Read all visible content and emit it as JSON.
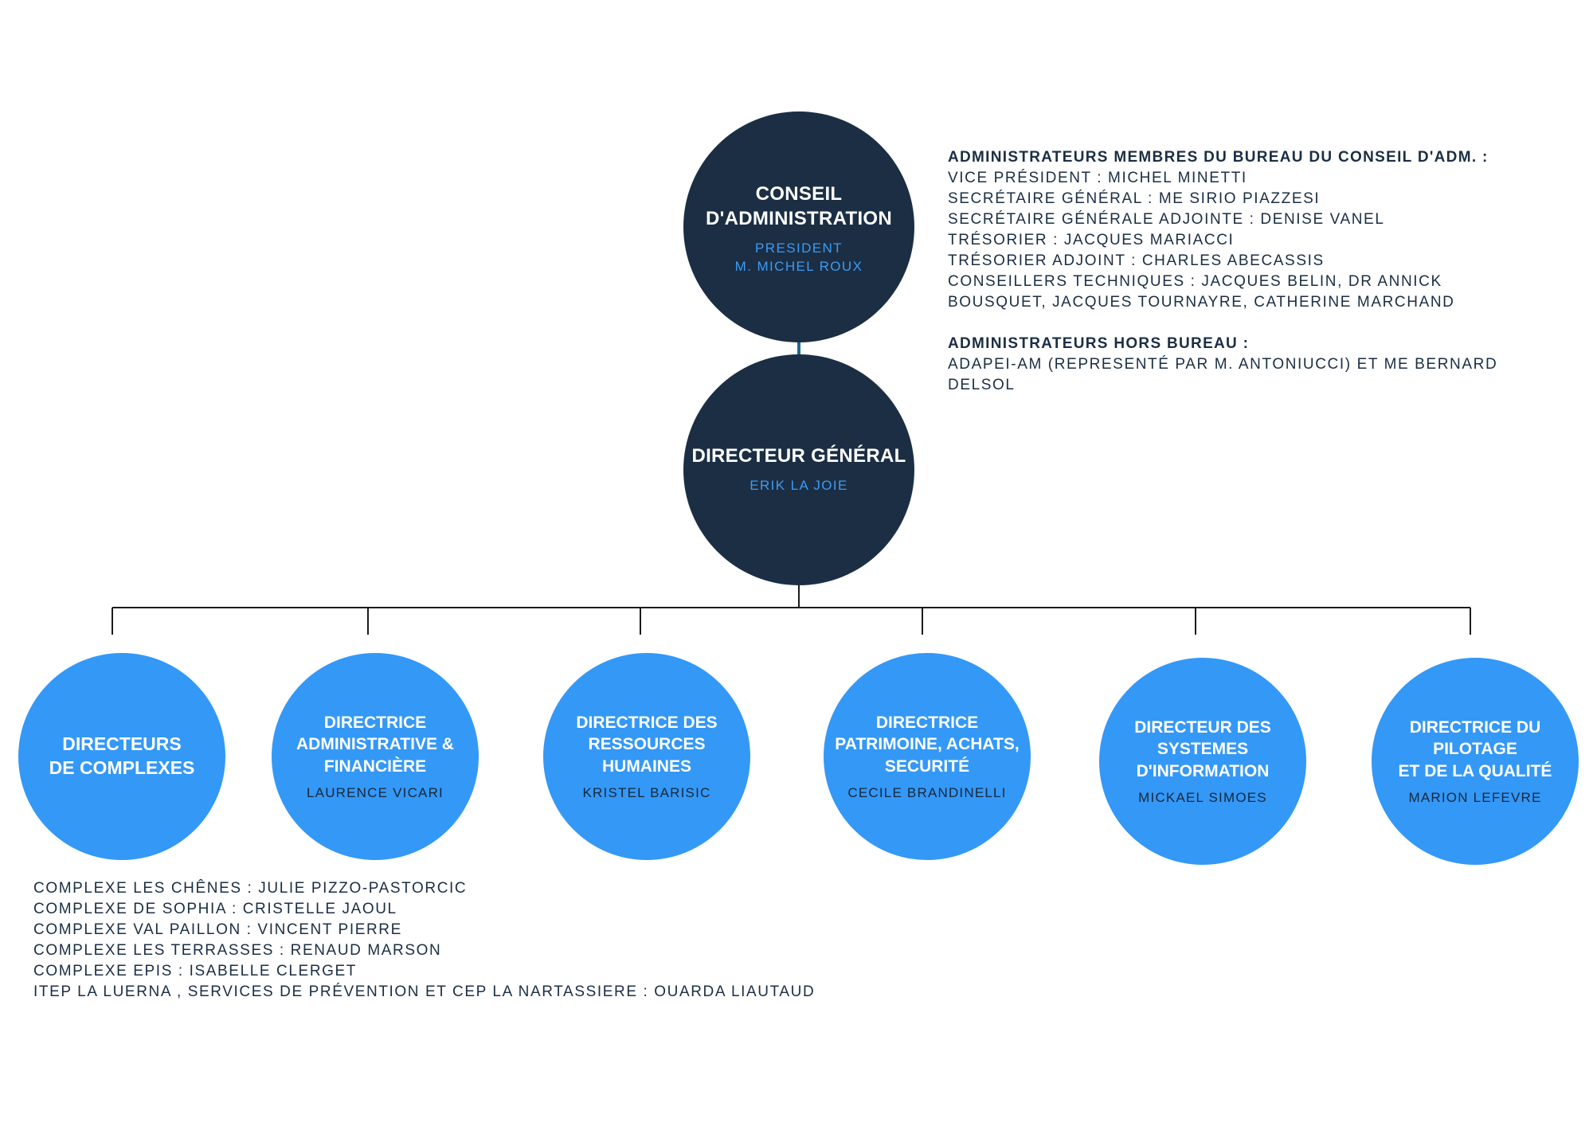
{
  "colors": {
    "dark": "#1b2e44",
    "blue": "#3498f7",
    "accent_text": "#3e9bf2",
    "line": "#1b1b1b"
  },
  "conseil": {
    "title": "CONSEIL\nD'ADMINISTRATION",
    "subtitle": "PRESIDENT\nM. MICHEL ROUX"
  },
  "directeur_general": {
    "title": "DIRECTEUR GÉNÉRAL",
    "subtitle": "ERIK LA JOIE"
  },
  "bureau": {
    "heading": "ADMINISTRATEURS MEMBRES DU BUREAU DU CONSEIL D'ADM. :",
    "lines": [
      "VICE PRÉSIDENT : MICHEL MINETTI",
      "SECRÉTAIRE GÉNÉRAL : ME SIRIO PIAZZESI",
      "SECRÉTAIRE GÉNÉRALE ADJOINTE : DENISE VANEL",
      "TRÉSORIER : JACQUES MARIACCI",
      "TRÉSORIER ADJOINT : CHARLES ABECASSIS",
      "CONSEILLERS TECHNIQUES : JACQUES BELIN, DR ANNICK",
      "BOUSQUET, JACQUES TOURNAYRE, CATHERINE MARCHAND"
    ]
  },
  "hors_bureau": {
    "heading": "ADMINISTRATEURS HORS BUREAU :",
    "lines": [
      "ADAPEI-AM (REPRESENTÉ PAR M. ANTONIUCCI) ET ME BERNARD",
      "DELSOL"
    ]
  },
  "directions": [
    {
      "title": "DIRECTEURS\nDE COMPLEXES",
      "name": ""
    },
    {
      "title": "DIRECTRICE\nADMINISTRATIVE &\nFINANCIÈRE",
      "name": "LAURENCE VICARI"
    },
    {
      "title": "DIRECTRICE DES\nRESSOURCES\nHUMAINES",
      "name": "KRISTEL BARISIC"
    },
    {
      "title": "DIRECTRICE\nPATRIMOINE, ACHATS,\nSECURITÉ",
      "name": "CECILE BRANDINELLI"
    },
    {
      "title": "DIRECTEUR DES\nSYSTEMES\nD'INFORMATION",
      "name": "MICKAEL SIMOES"
    },
    {
      "title": "DIRECTRICE DU\nPILOTAGE\nET DE LA QUALITÉ",
      "name": "MARION LEFEVRE"
    }
  ],
  "complexes": [
    "COMPLEXE LES CHÊNES : JULIE PIZZO-PASTORCIC",
    "COMPLEXE DE SOPHIA : CRISTELLE JAOUL",
    "COMPLEXE VAL PAILLON : VINCENT PIERRE",
    "COMPLEXE LES TERRASSES : RENAUD MARSON",
    "COMPLEXE EPIS : ISABELLE CLERGET",
    "ITEP LA LUERNA , SERVICES DE PRÉVENTION ET CEP LA NARTASSIERE : OUARDA LIAUTAUD"
  ]
}
